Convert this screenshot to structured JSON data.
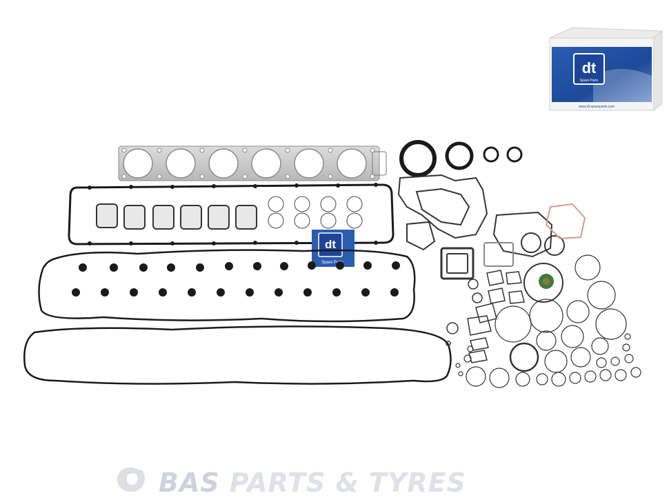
{
  "product_box": {
    "logo_text": "dt",
    "tagline": "Spare Parts",
    "website": "www.dt-spareparts.com"
  },
  "center_badge": {
    "logo_text": "dt",
    "tagline": "Spare Parts"
  },
  "watermark": {
    "brand": "BAS",
    "rest": "PARTS & TYRES"
  },
  "colors": {
    "box_blue": "#1e4fa0",
    "gasket_dark": "#1a1a1a",
    "head_gasket_silver": "#c9c9c9",
    "watermark_gray": "#d6dae2"
  }
}
